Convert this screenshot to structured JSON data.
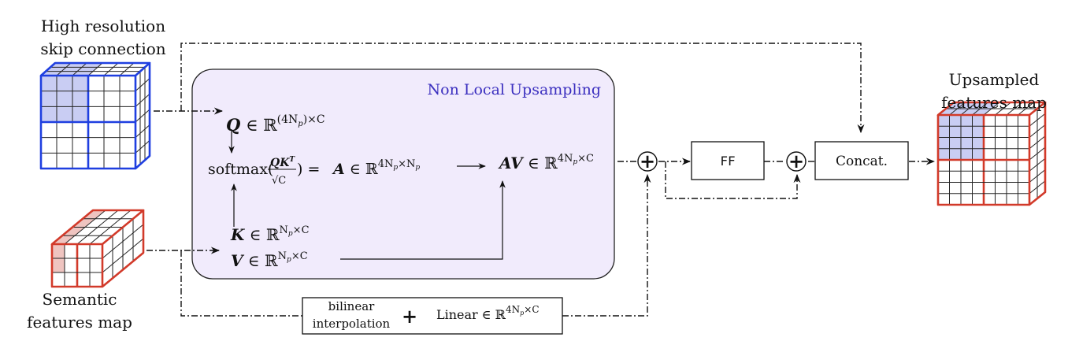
{
  "labels": {
    "skip_line1": "High resolution",
    "skip_line2": "skip connection",
    "semantic_line1": "Semantic",
    "semantic_line2": "features map",
    "upsampled_line1": "Upsampled",
    "upsampled_line2": "features map",
    "module_title": "Non Local Upsampling"
  },
  "math": {
    "Q_sym": "Q",
    "Q_in": " ∈ ℝ",
    "Q_exp": "(4N",
    "Q_exp_p": "p",
    "Q_exp_tail": ")×C",
    "softmax": "softmax(",
    "softmax_num": "QK",
    "softmax_num_T": "T",
    "softmax_den": "√C",
    "softmax_close": ") = ",
    "A_sym": "A",
    "A_in": " ∈ ℝ",
    "A_exp": "4N",
    "A_exp_p": "p",
    "A_exp_mid": "×N",
    "A_exp_p2": "p",
    "AV_sym": "AV",
    "AV_in": " ∈ ℝ",
    "AV_exp": "4N",
    "AV_exp_p": "p",
    "AV_exp_tail": "×C",
    "K_sym": "K",
    "K_in": " ∈ ℝ",
    "K_exp": "N",
    "K_exp_p": "p",
    "K_exp_tail": "×C",
    "V_sym": "V",
    "V_in": " ∈ ℝ",
    "V_exp": "N",
    "V_exp_p": "p",
    "V_exp_tail": "×C"
  },
  "boxes": {
    "ff": "FF",
    "concat": "Concat.",
    "interp_line1": "bilinear",
    "interp_line2": "interpolation",
    "interp_plus": "+",
    "linear": "Linear ∈ ℝ",
    "linear_exp": "4N",
    "linear_exp_p": "p",
    "linear_exp_tail": "×C"
  },
  "operators": {
    "sum1": "+",
    "sum2": "+"
  },
  "colors": {
    "blue": "#1f3fe0",
    "blue_fill": "#c9cdf3",
    "red": "#d23a2a",
    "red_fill": "#efc4c0",
    "module_fill": "#f1ebfc",
    "module_title": "#3b2fbf"
  }
}
